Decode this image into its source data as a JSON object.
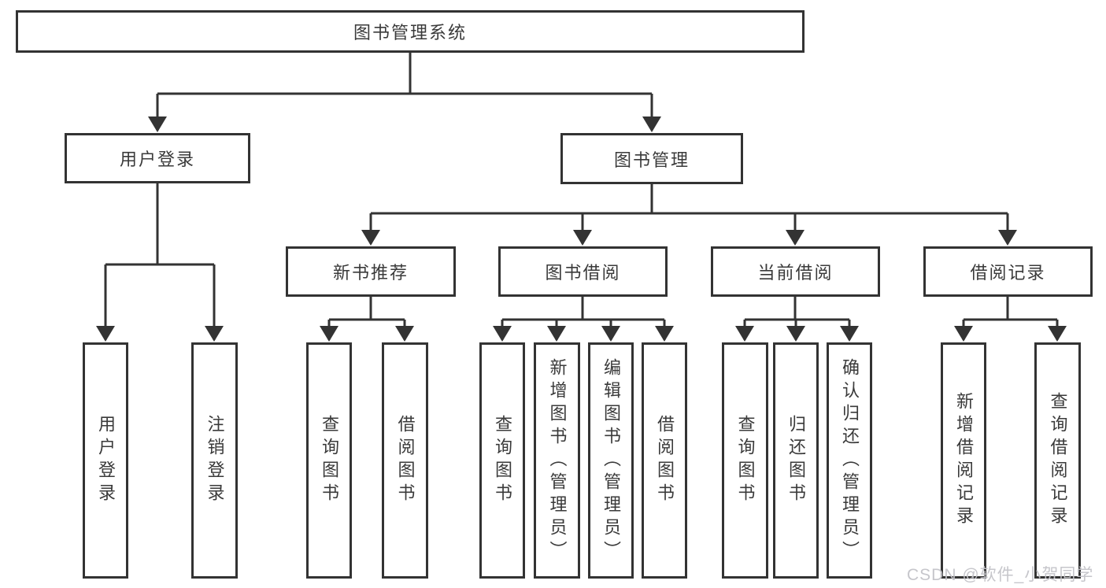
{
  "diagram": {
    "root": {
      "label": "图书管理系统"
    },
    "children": [
      {
        "label": "用户登录",
        "children": [
          {
            "label": "用户登录"
          },
          {
            "label": "注销登录"
          }
        ]
      },
      {
        "label": "图书管理",
        "children": [
          {
            "label": "新书推荐",
            "children": [
              {
                "label": "查询图书"
              },
              {
                "label": "借阅图书"
              }
            ]
          },
          {
            "label": "图书借阅",
            "children": [
              {
                "label": "查询图书"
              },
              {
                "label": "新增图书（管理员）"
              },
              {
                "label": "编辑图书（管理员）"
              },
              {
                "label": "借阅图书"
              }
            ]
          },
          {
            "label": "当前借阅",
            "children": [
              {
                "label": "查询图书"
              },
              {
                "label": "归还图书"
              },
              {
                "label": "确认归还（管理员）"
              }
            ]
          },
          {
            "label": "借阅记录",
            "children": [
              {
                "label": "新增借阅记录"
              },
              {
                "label": "查询借阅记录"
              }
            ]
          }
        ]
      }
    ]
  },
  "watermark": {
    "text": "CSDN @软件_小贺同学"
  },
  "colors": {
    "line": "#333333",
    "text": "#3a3a3a",
    "background": "#ffffff",
    "watermark": "#c3c3c8"
  }
}
